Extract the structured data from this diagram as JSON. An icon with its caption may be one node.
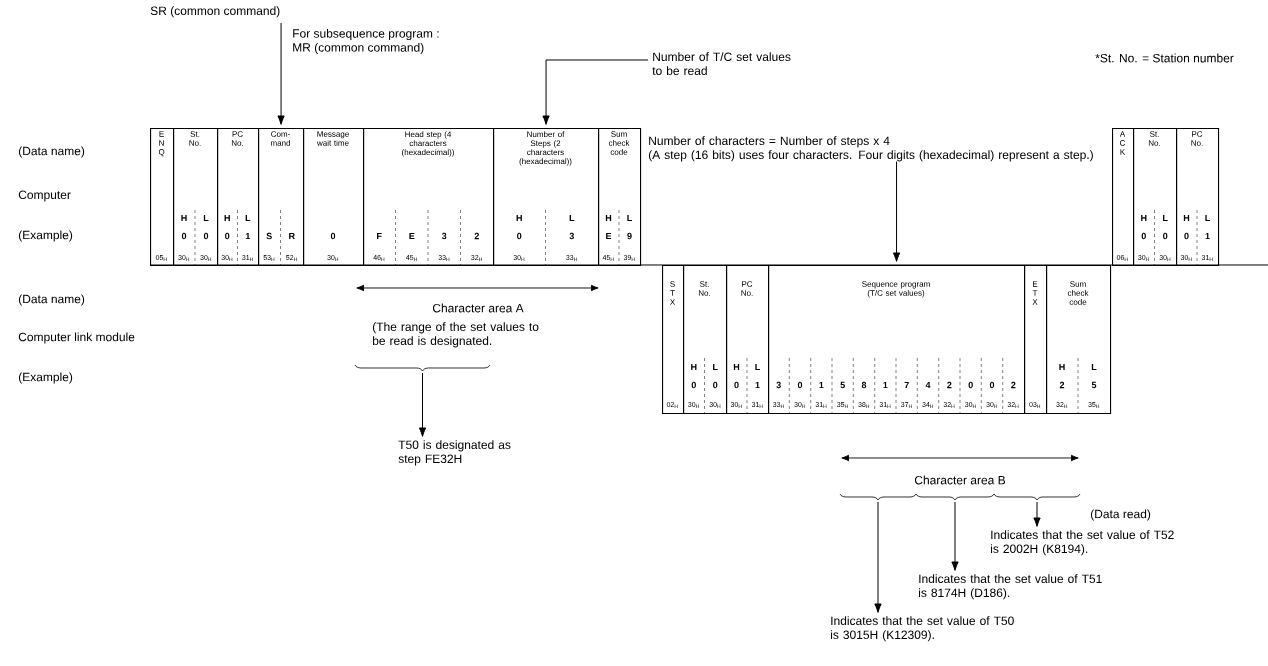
{
  "diagram": {
    "nodes": [
      {
        "text": [
          "E N Q",
          "05$_{H}$"
        ]
      },
      {
        "text": [
          "St. No.",
          "H",
          "0",
          "30$_{H}$",
          "L",
          "0",
          "30$_{H}$"
        ]
      },
      {
        "text": [
          "PC No.",
          "H",
          "0",
          "30$_{H}$",
          "L",
          "1",
          "31$_{H}$"
        ]
      },
      {
        "text": [
          "Com- mand",
          "S",
          "53$_{H}$",
          "R",
          "52$_{H}$"
        ]
      },
      {
        "text": [
          "Message wait time",
          "0",
          "30$_{H}$"
        ]
      },
      {
        "text": [
          "Head step (4 characters (hexadecimal))",
          "F",
          "46$_{H}$",
          "E",
          "45$_{H}$",
          "3",
          "33$_{H}$",
          "2",
          "32$_{H}$"
        ]
      },
      {
        "text": [
          "Number of Steps (2 characters (hexadecimal))",
          "H",
          "0",
          "30$_{H}$",
          "L",
          "3",
          "33$_{H}$"
        ]
      },
      {
        "text": [
          "Sum check code",
          "H",
          "E",
          "45$_{H}$",
          "L",
          "9",
          "39$_{H}$"
        ]
      },
      {
        "text": [
          "A C K",
          "06$_{H}$"
        ]
      },
      {
        "text": [
          "St. No.",
          "H",
          "0",
          "30$_{H}$",
          "L",
          "0",
          "30$_{H}$"
        ]
      },
      {
        "text": [
          "PC No.",
          "H",
          "0",
          "30$_{H}$",
          "L",
          "1",
          "31$_{H}$"
        ]
      },
      {
        "text": [
          "S T X",
          "02$_{H}$"
        ]
      },
      {
        "text": [
          "St. No.",
          "H",
          "0",
          "30$_{H}$",
          "L",
          "0",
          "30$_{H}$"
        ]
      },
      {
        "text": [
          "PC No.",
          "H",
          "0",
          "30$_{H}$",
          "L",
          "1",
          "31$_{H}$"
        ]
      },
      {
        "text": [
          "Sequence program (T/C set values)",
          "3",
          "33$_{H}$",
          "0",
          "30$_{H}$",
          "1",
          "31$_{H}$",
          "5",
          "35$_{H}$",
          "8",
          "38$_{H}$",
          "1",
          "31$_{H}$",
          "7",
          "37$_{H}$",
          "4",
          "34$_{H}$",
          "2",
          "32$_{H}$",
          "0",
          "30$_{H}$",
          "0",
          "30$_{H}$",
          "2",
          "32$_{H}$"
        ]
      },
      {
        "text": [
          "E T X",
          "03$_{H}$"
        ]
      },
      {
        "text": [
          "Sum check code",
          "H",
          "2",
          "32$_{H}$",
          "L",
          "5",
          "35$_{H}$"
        ]
      },
      {
        "text": [
          "SR (common command)",
          "For subsequence program : MR (common command)"
        ]
      },
      {
        "text": [
          "Number of T/C set values to be read"
        ]
      },
      {
        "text": [
          "Number of characters = Number of steps x 4",
          "(A step (16 bits) uses four characters.  Four digits (hexadecimal) represent a step.)"
        ]
      },
      {
        "text": [
          "T50 is designated as step FE32H"
        ]
      },
      {
        "text": [
          "Indicates that the set value of T52 is 2002H (K8194)."
        ]
      },
      {
        "text": [
          "Indicates that the set value of T51 is 8174H (D186)."
        ]
      },
      {
        "text": [
          "Indicates that the set value of T50 is 3015H (K12309)."
        ]
      }
    ],
    "edges": [
      {
        "from": 17,
        "to": 3,
        "arrow": "to"
      },
      {
        "from": 18,
        "to": 6,
        "arrow": "to"
      },
      {
        "from": 19,
        "to": 14,
        "arrow": "to"
      },
      {
        "from": null,
        "to": 20,
        "arrow": "to"
      },
      {
        "from": null,
        "to": 23,
        "arrow": "to"
      },
      {
        "from": null,
        "to": 22,
        "arrow": "to"
      },
      {
        "from": null,
        "to": 21,
        "arrow": "to"
      }
    ],
    "labels": [
      "*St. No. = Station number",
      "(Data name)",
      "Computer",
      "(Example)",
      "(Data name)",
      "Computer link module",
      "(Example)",
      "Character area A",
      "(The range of the set values to be read is designated.",
      "Character area B",
      "(Data read)"
    ]
  }
}
